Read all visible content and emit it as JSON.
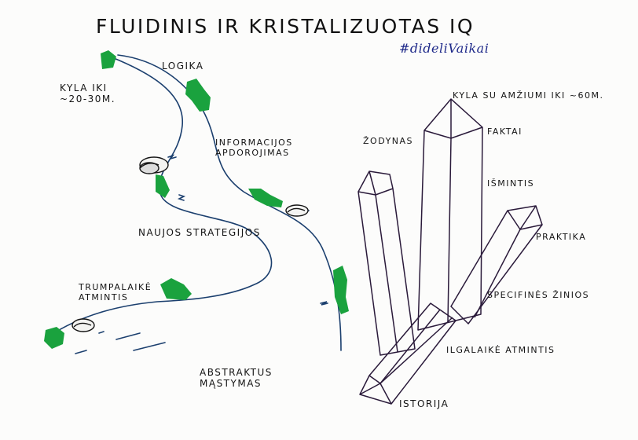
{
  "title": "FLUIDINIS IR KRISTALIZUOTAS IQ",
  "hashtag": "#dideliVaikai",
  "fluid": {
    "rises_to": "KYLA IKI\n~20-30m.",
    "labels": {
      "logic": "LOGIKA",
      "info_processing": "INFORMACIJOS\nAPDOROJIMAS",
      "new_strategies": "NAUJOS STRATEGIJOS",
      "short_term_memory": "TRUMPALAIKĖ\nATMINTIS",
      "abstract_thinking": "ABSTRAKTUS\nMĄSTYMAS"
    }
  },
  "crystal": {
    "rises_to": "KYLA SU AMŽIUMI IKI ~60m.",
    "labels": {
      "vocabulary": "ŽODYNAS",
      "facts": "FAKTAI",
      "wisdom": "IŠMINTIS",
      "practice": "PRAKTIKA",
      "specific_knowledge": "SPECIFINĖS ŽINIOS",
      "long_term_memory": "ILGALAIKĖ ATMINTIS",
      "history": "ISTORIJA"
    }
  },
  "colors": {
    "ink": "#141414",
    "river": "#1b3f6e",
    "grass": "#1aa23e",
    "crystal": "#2a1a3a",
    "hashtag": "#1f2a8a"
  }
}
